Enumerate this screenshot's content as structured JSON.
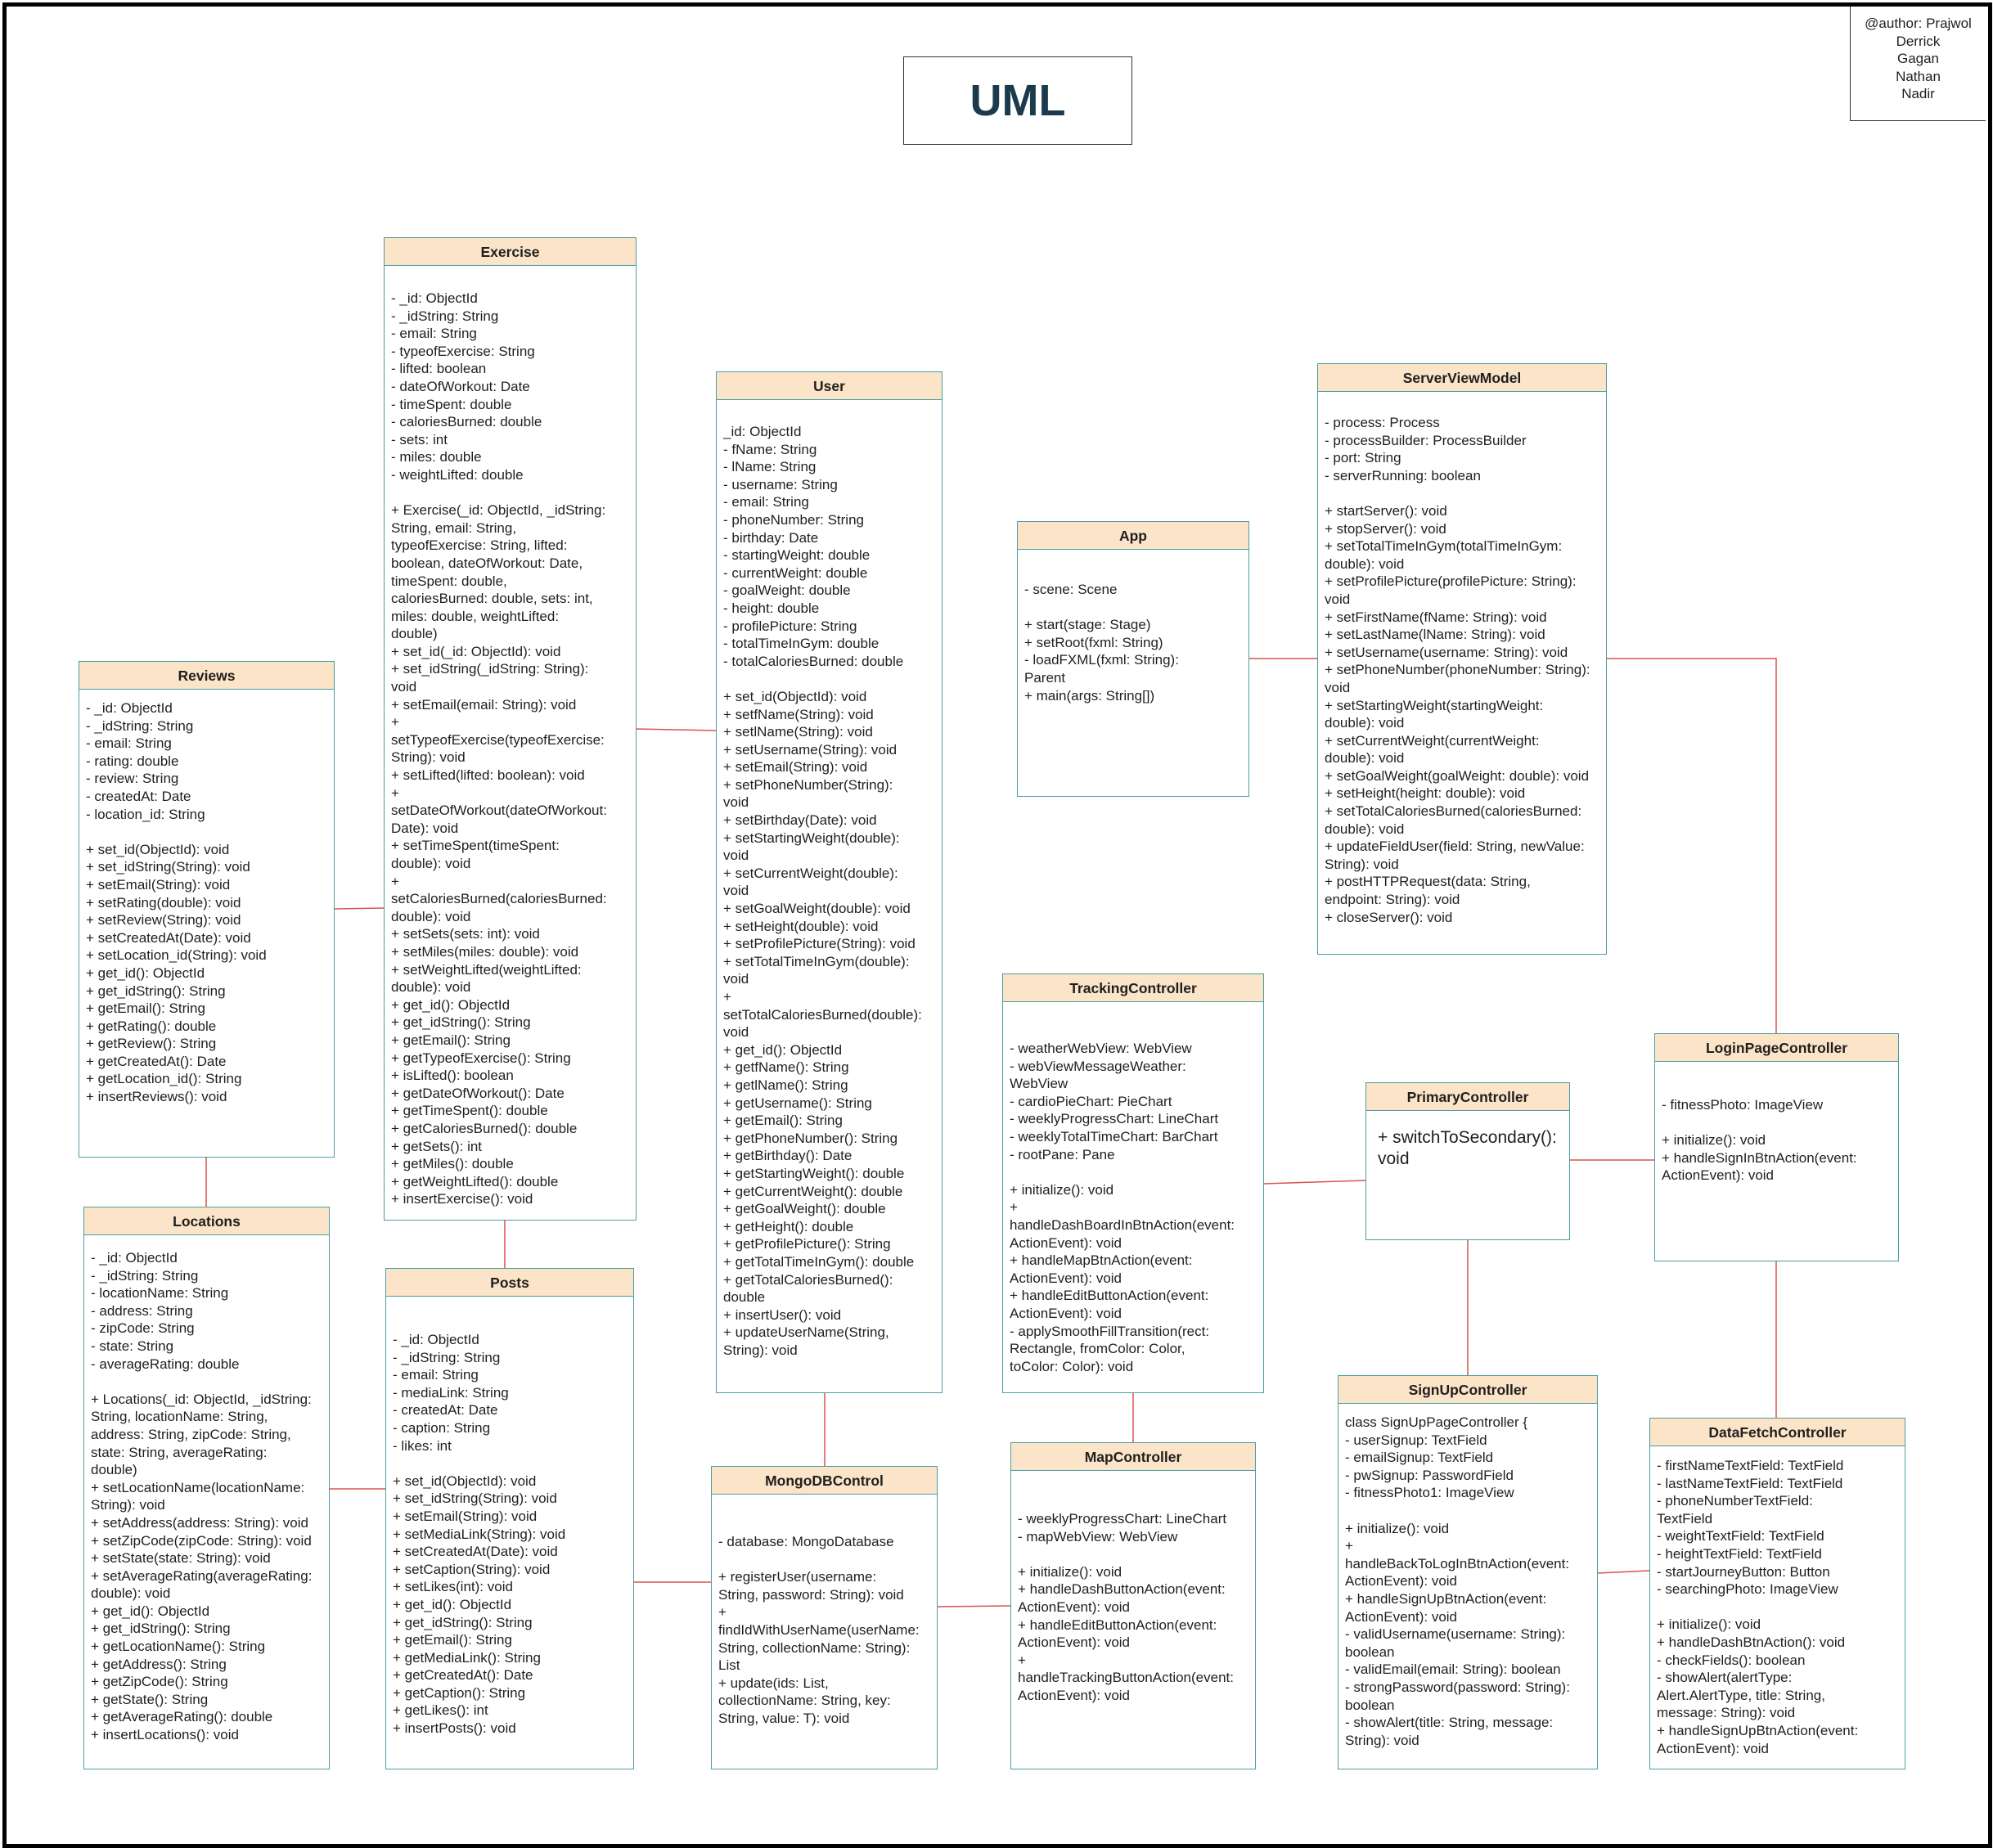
{
  "diagram": {
    "title": "UML",
    "author_lines": [
      "@author: Prajwol",
      "Derrick",
      "Gagan",
      "Nathan",
      "Nadir"
    ],
    "colors": {
      "border": "#4a9ea1",
      "header_fill": "#fbe4c7",
      "connector": "#d9534f"
    }
  },
  "classes": {
    "exercise": {
      "name": "Exercise",
      "body": "- _id: ObjectId\n- _idString: String\n- email: String\n- typeofExercise: String\n- lifted: boolean\n- dateOfWorkout: Date\n- timeSpent: double\n- caloriesBurned: double\n- sets: int\n- miles: double\n- weightLifted: double\n\n+ Exercise(_id: ObjectId, _idString:\nString, email: String,\ntypeofExercise: String, lifted:\nboolean, dateOfWorkout: Date,\ntimeSpent: double,\ncaloriesBurned: double, sets: int,\nmiles: double, weightLifted:\ndouble)\n+ set_id(_id: ObjectId): void\n+ set_idString(_idString: String):\nvoid\n+ setEmail(email: String): void\n+\nsetTypeofExercise(typeofExercise:\nString): void\n+ setLifted(lifted: boolean): void\n+\nsetDateOfWorkout(dateOfWorkout:\nDate): void\n+ setTimeSpent(timeSpent:\ndouble): void\n+\nsetCaloriesBurned(caloriesBurned:\ndouble): void\n+ setSets(sets: int): void\n+ setMiles(miles: double): void\n+ setWeightLifted(weightLifted:\ndouble): void\n+ get_id(): ObjectId\n+ get_idString(): String\n+ getEmail(): String\n+ getTypeofExercise(): String\n+ isLifted(): boolean\n+ getDateOfWorkout(): Date\n+ getTimeSpent(): double\n+ getCaloriesBurned(): double\n+ getSets(): int\n+ getMiles(): double\n+ getWeightLifted(): double\n+ insertExercise(): void"
    },
    "user": {
      "name": "User",
      "body": "_id: ObjectId\n- fName: String\n- lName: String\n- username: String\n- email: String\n- phoneNumber: String\n- birthday: Date\n- startingWeight: double\n- currentWeight: double\n- goalWeight: double\n- height: double\n- profilePicture: String\n- totalTimeInGym: double\n- totalCaloriesBurned: double\n\n+ set_id(ObjectId): void\n+ setfName(String): void\n+ setlName(String): void\n+ setUsername(String): void\n+ setEmail(String): void\n+ setPhoneNumber(String):\nvoid\n+ setBirthday(Date): void\n+ setStartingWeight(double):\nvoid\n+ setCurrentWeight(double):\nvoid\n+ setGoalWeight(double): void\n+ setHeight(double): void\n+ setProfilePicture(String): void\n+ setTotalTimeInGym(double):\nvoid\n+\nsetTotalCaloriesBurned(double):\nvoid\n+ get_id(): ObjectId\n+ getfName(): String\n+ getlName(): String\n+ getUsername(): String\n+ getEmail(): String\n+ getPhoneNumber(): String\n+ getBirthday(): Date\n+ getStartingWeight(): double\n+ getCurrentWeight(): double\n+ getGoalWeight(): double\n+ getHeight(): double\n+ getProfilePicture(): String\n+ getTotalTimeInGym(): double\n+ getTotalCaloriesBurned():\ndouble\n+ insertUser(): void\n+ updateUserName(String,\nString): void"
    },
    "server_view_model": {
      "name": "ServerViewModel",
      "body": "- process: Process\n- processBuilder: ProcessBuilder\n- port: String\n- serverRunning: boolean\n\n+ startServer(): void\n+ stopServer(): void\n+ setTotalTimeInGym(totalTimeInGym:\ndouble): void\n+ setProfilePicture(profilePicture: String):\nvoid\n+ setFirstName(fName: String): void\n+ setLastName(lName: String): void\n+ setUsername(username: String): void\n+ setPhoneNumber(phoneNumber: String):\nvoid\n+ setStartingWeight(startingWeight:\ndouble): void\n+ setCurrentWeight(currentWeight:\ndouble): void\n+ setGoalWeight(goalWeight: double): void\n+ setHeight(height: double): void\n+ setTotalCaloriesBurned(caloriesBurned:\ndouble): void\n+ updateFieldUser(field: String, newValue:\nString): void\n+ postHTTPRequest(data: String,\nendpoint: String): void\n+ closeServer(): void"
    },
    "app": {
      "name": "App",
      "body": "- scene: Scene\n\n+ start(stage: Stage)\n+ setRoot(fxml: String)\n- loadFXML(fxml: String):\nParent\n+ main(args: String[])"
    },
    "reviews": {
      "name": "Reviews",
      "body": "- _id: ObjectId\n- _idString: String\n- email: String\n- rating: double\n- review: String\n- createdAt: Date\n- location_id: String\n\n+ set_id(ObjectId): void\n+ set_idString(String): void\n+ setEmail(String): void\n+ setRating(double): void\n+ setReview(String): void\n+ setCreatedAt(Date): void\n+ setLocation_id(String): void\n+ get_id(): ObjectId\n+ get_idString(): String\n+ getEmail(): String\n+ getRating(): double\n+ getReview(): String\n+ getCreatedAt(): Date\n+ getLocation_id(): String\n+ insertReviews(): void"
    },
    "locations": {
      "name": "Locations",
      "body": "- _id: ObjectId\n- _idString: String\n- locationName: String\n- address: String\n- zipCode: String\n- state: String\n- averageRating: double\n\n+ Locations(_id: ObjectId, _idString:\nString, locationName: String,\naddress: String, zipCode: String,\nstate: String, averageRating:\ndouble)\n+ setLocationName(locationName:\nString): void\n+ setAddress(address: String): void\n+ setZipCode(zipCode: String): void\n+ setState(state: String): void\n+ setAverageRating(averageRating:\ndouble): void\n+ get_id(): ObjectId\n+ get_idString(): String\n+ getLocationName(): String\n+ getAddress(): String\n+ getZipCode(): String\n+ getState(): String\n+ getAverageRating(): double\n+ insertLocations(): void"
    },
    "posts": {
      "name": "Posts",
      "body": "- _id: ObjectId\n- _idString: String\n- email: String\n- mediaLink: String\n- createdAt: Date\n- caption: String\n- likes: int\n\n+ set_id(ObjectId): void\n+ set_idString(String): void\n+ setEmail(String): void\n+ setMediaLink(String): void\n+ setCreatedAt(Date): void\n+ setCaption(String): void\n+ setLikes(int): void\n+ get_id(): ObjectId\n+ get_idString(): String\n+ getEmail(): String\n+ getMediaLink(): String\n+ getCreatedAt(): Date\n+ getCaption(): String\n+ getLikes(): int\n+ insertPosts(): void"
    },
    "mongodb_control": {
      "name": "MongoDBControl",
      "body": "- database: MongoDatabase\n\n+ registerUser(username:\nString, password: String): void\n+\nfindIdWithUserName(userName:\nString, collectionName: String):\nList\n+ update(ids: List,\ncollectionName: String, key:\nString, value: T): void"
    },
    "tracking_controller": {
      "name": "TrackingController",
      "body": "- weatherWebView: WebView\n- webViewMessageWeather:\nWebView\n- cardioPieChart: PieChart\n- weeklyProgressChart: LineChart\n- weeklyTotalTimeChart: BarChart\n- rootPane: Pane\n\n+ initialize(): void\n+\nhandleDashBoardInBtnAction(event:\nActionEvent): void\n+ handleMapBtnAction(event:\nActionEvent): void\n+ handleEditButtonAction(event:\nActionEvent): void\n- applySmoothFillTransition(rect:\nRectangle, fromColor: Color,\ntoColor: Color): void"
    },
    "primary_controller": {
      "name": "PrimaryController",
      "body": "+ switchToSecondary():\nvoid"
    },
    "login_page_controller": {
      "name": "LoginPageController",
      "body": "- fitnessPhoto: ImageView\n\n+ initialize(): void\n+ handleSignInBtnAction(event:\nActionEvent): void"
    },
    "map_controller": {
      "name": "MapController",
      "body": "- weeklyProgressChart: LineChart\n- mapWebView: WebView\n\n+ initialize(): void\n+ handleDashButtonAction(event:\nActionEvent): void\n+ handleEditButtonAction(event:\nActionEvent): void\n+\nhandleTrackingButtonAction(event:\nActionEvent): void"
    },
    "signup_controller": {
      "name": "SignUpController",
      "body": "class SignUpPageController {\n- userSignup: TextField\n- emailSignup: TextField\n- pwSignup: PasswordField\n- fitnessPhoto1: ImageView\n\n+ initialize(): void\n+\nhandleBackToLogInBtnAction(event:\nActionEvent): void\n+ handleSignUpBtnAction(event:\nActionEvent): void\n- validUsername(username: String):\nboolean\n- validEmail(email: String): boolean\n- strongPassword(password: String):\nboolean\n- showAlert(title: String, message:\nString): void"
    },
    "data_fetch_controller": {
      "name": "DataFetchController",
      "body": "- firstNameTextField: TextField\n- lastNameTextField: TextField\n- phoneNumberTextField:\nTextField\n- weightTextField: TextField\n- heightTextField: TextField\n- startJourneyButton: Button\n- searchingPhoto: ImageView\n\n+ initialize(): void\n+ handleDashBtnAction(): void\n- checkFields(): boolean\n- showAlert(alertType:\nAlert.AlertType, title: String,\nmessage: String): void\n+ handleSignUpBtnAction(event:\nActionEvent): void"
    }
  }
}
